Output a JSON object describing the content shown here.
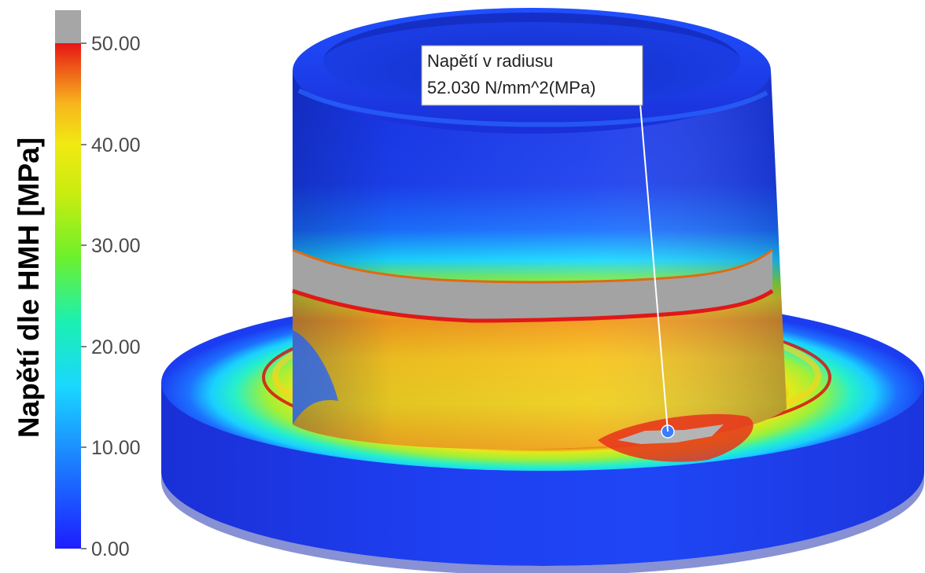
{
  "legend": {
    "title": "Napětí dle HMH [MPa]",
    "ticks": [
      "50.00",
      "40.00",
      "30.00",
      "20.00",
      "10.00",
      "0.00"
    ],
    "range_min": 0,
    "range_max": 50,
    "overflow_color": "#a6a6a6",
    "colors": [
      "#1d1dff",
      "#1c84ff",
      "#1ad7ff",
      "#1cf0b0",
      "#6ff02a",
      "#c8ec10",
      "#f0ea12",
      "#f7b51d",
      "#ee5a18",
      "#e51515"
    ]
  },
  "callout": {
    "line1": "Napětí v radiusu",
    "line2": "52.030 N/mm^2(MPa)"
  }
}
